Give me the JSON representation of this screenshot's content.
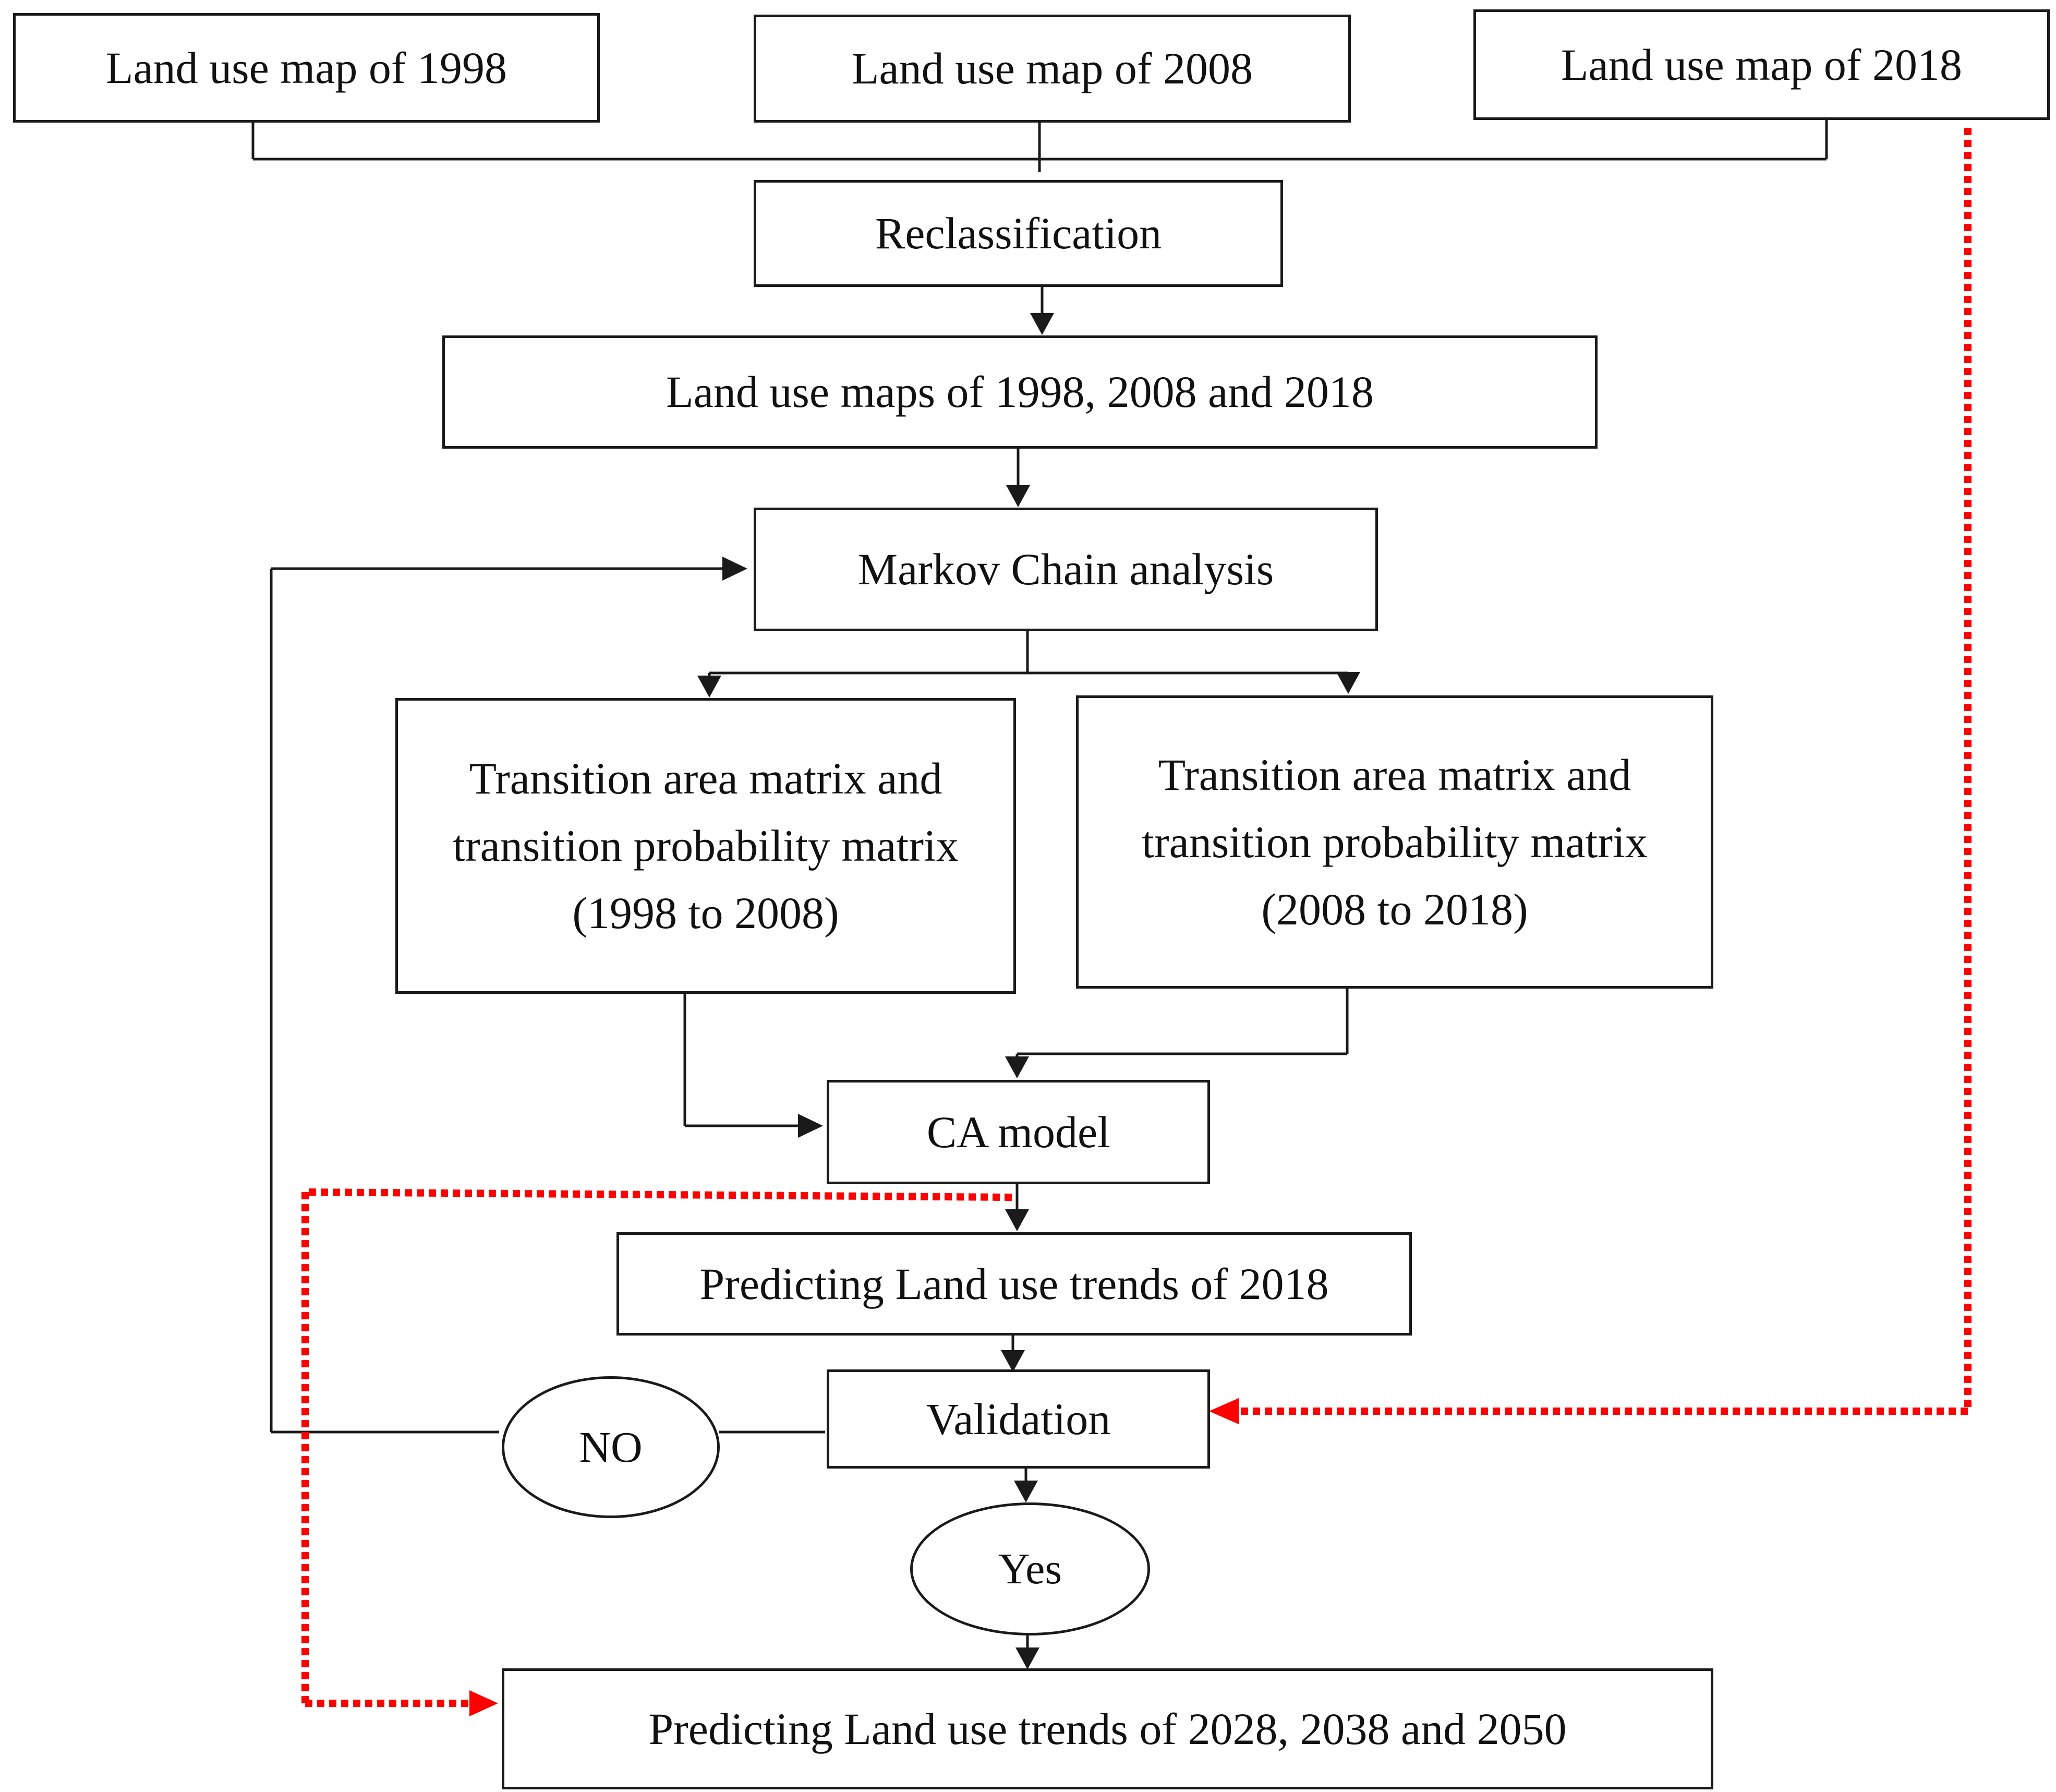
{
  "nodes": {
    "map_1998": "Land use map of 1998",
    "map_2008": "Land use map of 2008",
    "map_2018": "Land use map of 2018",
    "reclassification": "Reclassification",
    "maps_all": "Land use maps of 1998, 2008 and 2018",
    "markov": "Markov Chain analysis",
    "transition_a": {
      "line1": "Transition area matrix and",
      "line2": "transition probability matrix",
      "line3": "(1998 to 2008)"
    },
    "transition_b": {
      "line1": "Transition area matrix and",
      "line2": "transition probability matrix",
      "line3": "(2008 to 2018)"
    },
    "ca_model": "CA model",
    "predict_2018": "Predicting Land use trends of 2018",
    "validation": "Validation",
    "no": "NO",
    "yes": "Yes",
    "predict_future": "Predicting Land use trends of 2028, 2038 and 2050"
  },
  "colors": {
    "line": "#1a1a1a",
    "dotted_arrow": "#ff0000"
  }
}
